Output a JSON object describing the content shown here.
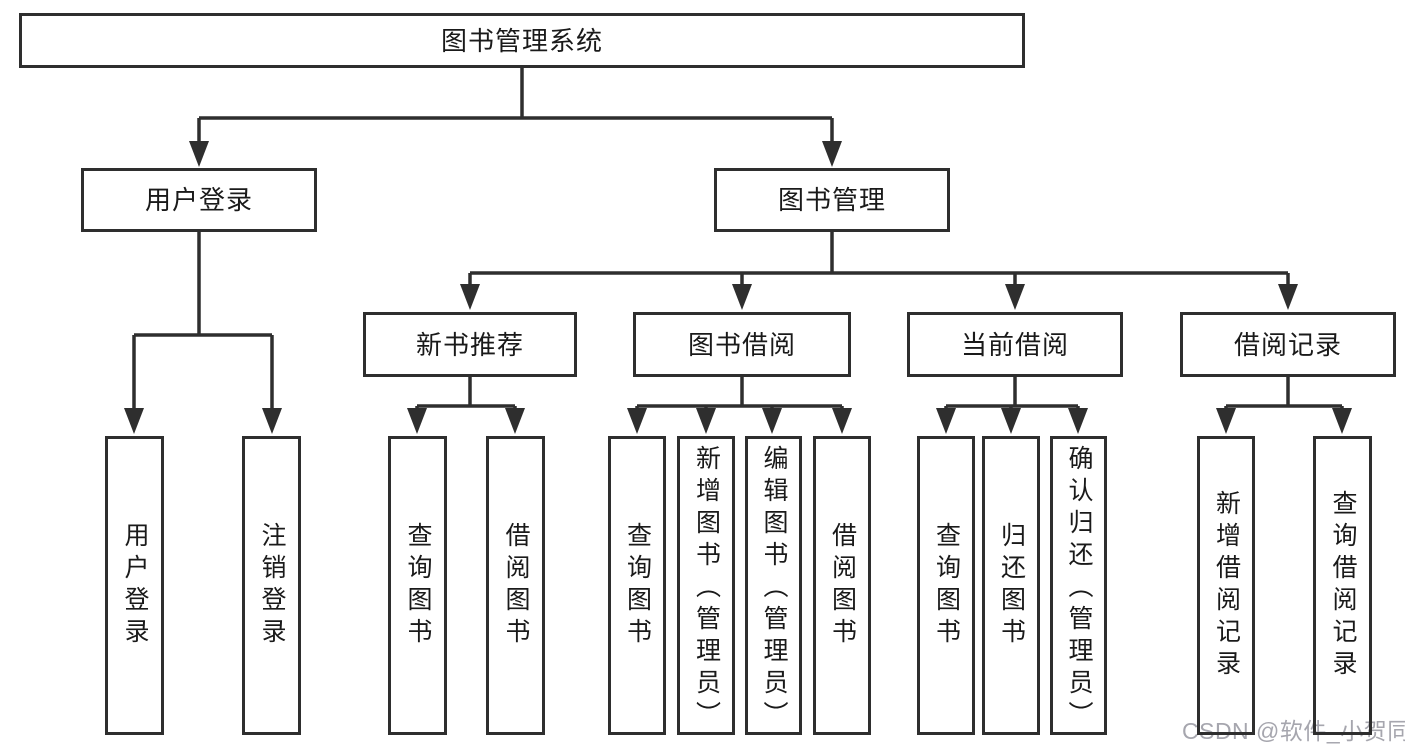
{
  "tree": {
    "root": {
      "label": "图书管理系统",
      "children": [
        {
          "label": "用户登录",
          "children": [
            {
              "label": "用户登录"
            },
            {
              "label": "注销登录"
            }
          ]
        },
        {
          "label": "图书管理",
          "children": [
            {
              "label": "新书推荐",
              "children": [
                {
                  "label": "查询图书"
                },
                {
                  "label": "借阅图书"
                }
              ]
            },
            {
              "label": "图书借阅",
              "children": [
                {
                  "label": "查询图书"
                },
                {
                  "label": "新增图书（管理员）"
                },
                {
                  "label": "编辑图书（管理员）"
                },
                {
                  "label": "借阅图书"
                }
              ]
            },
            {
              "label": "当前借阅",
              "children": [
                {
                  "label": "查询图书"
                },
                {
                  "label": "归还图书"
                },
                {
                  "label": "确认归还（管理员）"
                }
              ]
            },
            {
              "label": "借阅记录",
              "children": [
                {
                  "label": "新增借阅记录"
                },
                {
                  "label": "查询借阅记录"
                }
              ]
            }
          ]
        }
      ]
    }
  },
  "watermark": {
    "text": "CSDN @软件_小贺同学"
  },
  "colors": {
    "line": "#2e2e2e",
    "box_border": "#2e2e2e",
    "box_background": "#ffffff",
    "text": "#1a1a1a",
    "watermark_text": "#a6a6ae",
    "page_background": "#ffffff"
  }
}
